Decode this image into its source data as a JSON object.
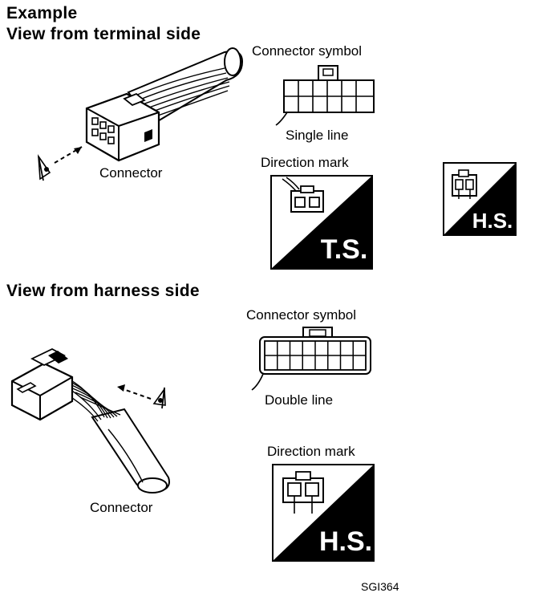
{
  "heading": "Example",
  "section_terminal": {
    "title": "View from terminal side",
    "connector_symbol_label": "Connector symbol",
    "single_line_label": "Single line",
    "connector_label": "Connector",
    "direction_mark_label": "Direction mark",
    "direction_mark_text": "T.S."
  },
  "side_mark_text": "H.S.",
  "section_harness": {
    "title": "View from harness side",
    "connector_symbol_label": "Connector symbol",
    "double_line_label": "Double line",
    "connector_label": "Connector",
    "direction_mark_label": "Direction mark",
    "direction_mark_text": "H.S."
  },
  "figure_code": "SGI364"
}
